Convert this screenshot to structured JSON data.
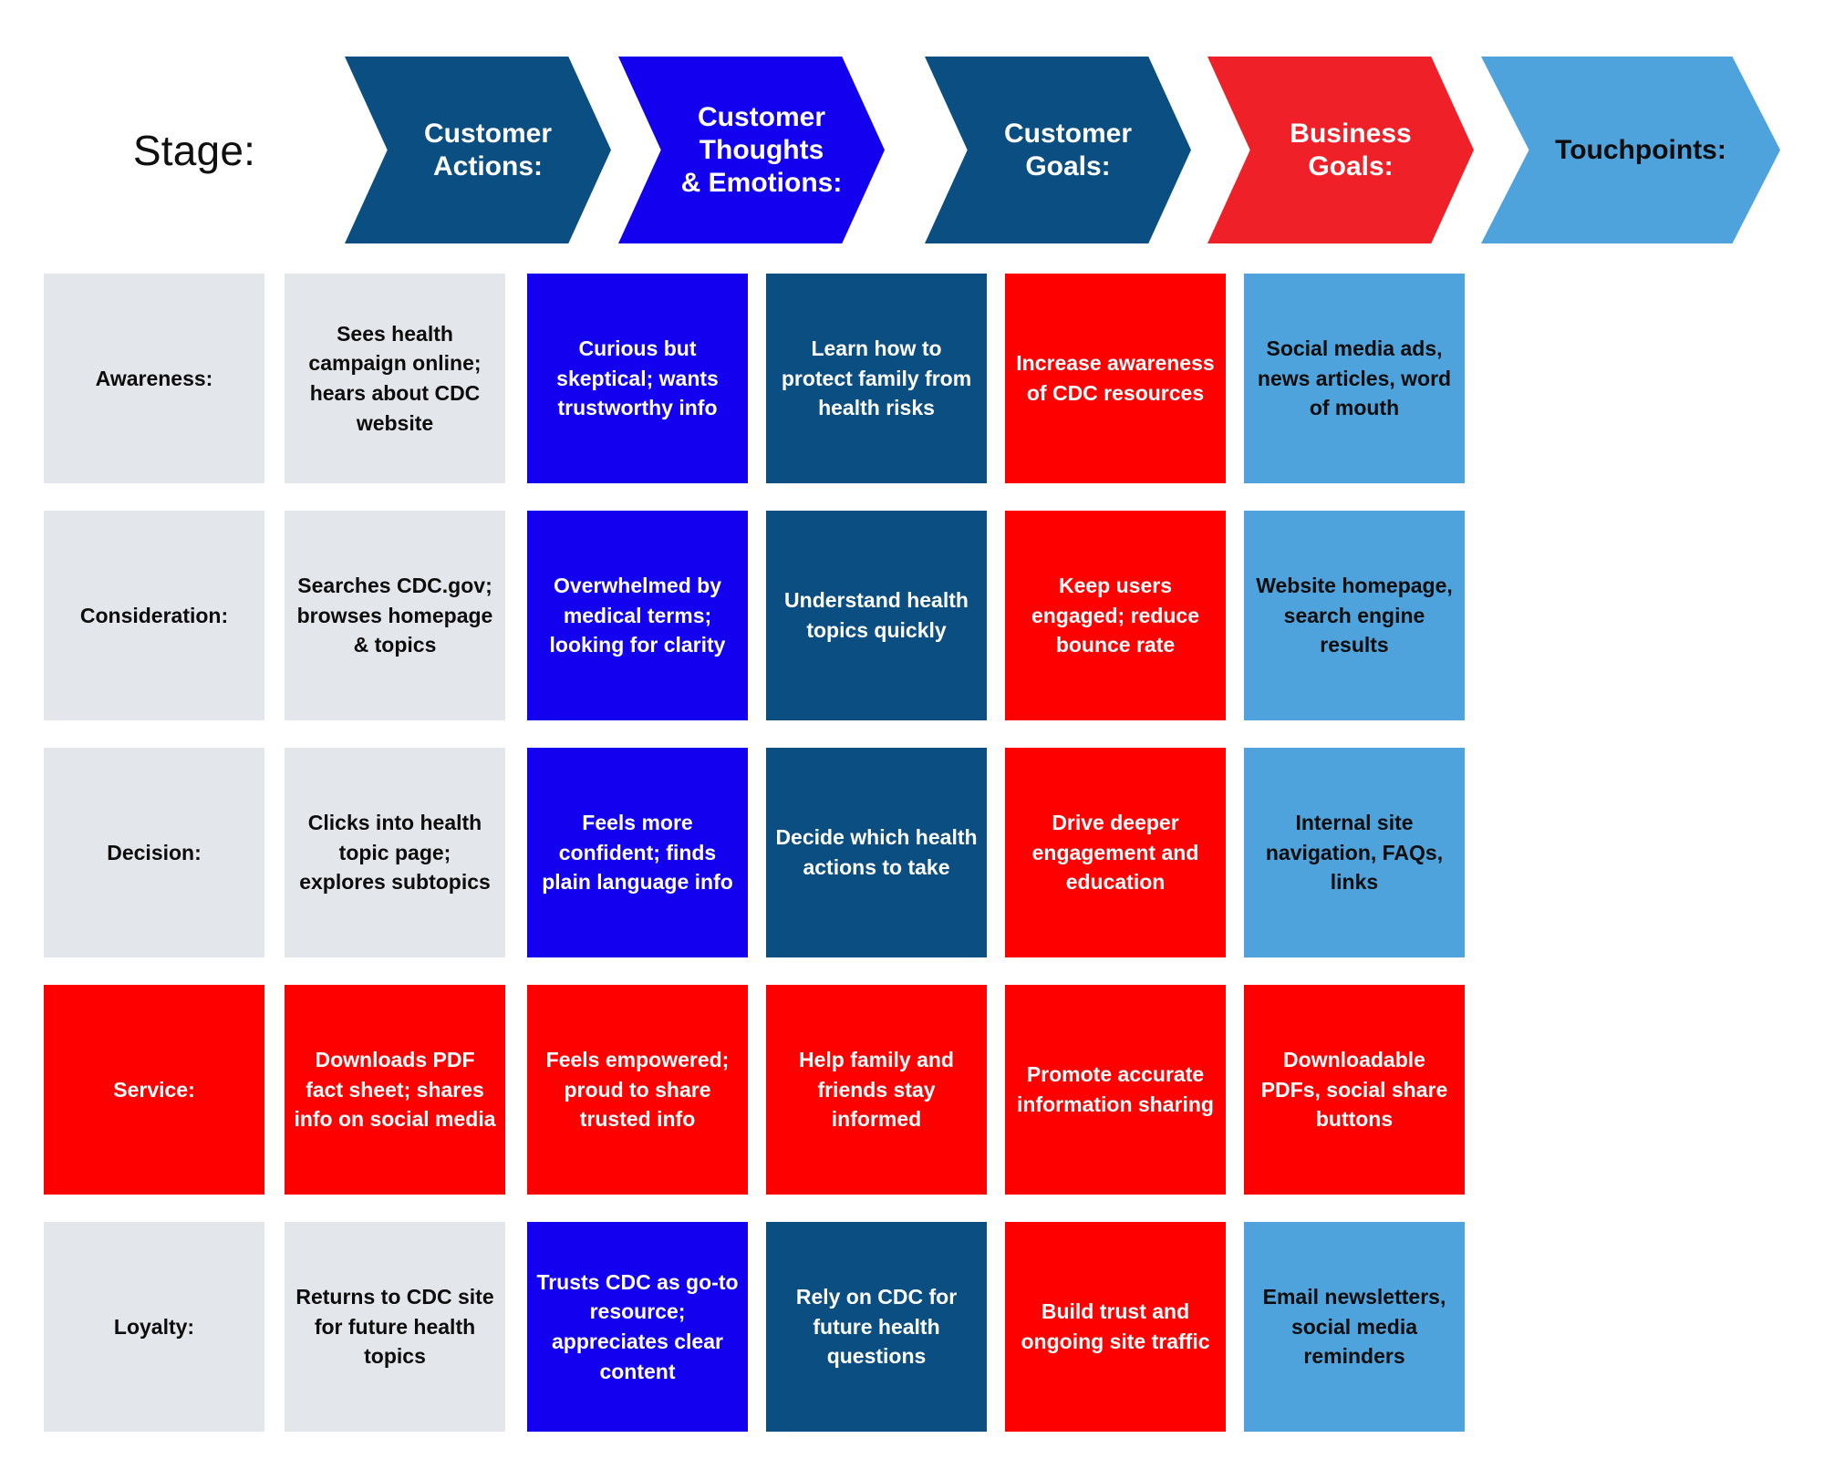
{
  "diagram": {
    "type": "customer-journey-map",
    "stage_label": "Stage:",
    "columns": [
      {
        "key": "stage",
        "label": "Stage:",
        "header_color": "#FFFFFF",
        "header_text_color": "#101010"
      },
      {
        "key": "customer_actions",
        "label": "Customer\nActions:",
        "header_color": "#0A4E82",
        "header_text_color": "#FFFFFF"
      },
      {
        "key": "thoughts",
        "label": "Customer\nThoughts\n& Emotions:",
        "header_color": "#1200EF",
        "header_text_color": "#FFFFFF"
      },
      {
        "key": "customer_goals",
        "label": "Customer\nGoals:",
        "header_color": "#0A4E82",
        "header_text_color": "#FFFFFF"
      },
      {
        "key": "business_goals",
        "label": "Business\nGoals:",
        "header_color": "#EF2027",
        "header_text_color": "#FFFFFF"
      },
      {
        "key": "touchpoints",
        "label": "Touchpoints:",
        "header_color": "#4FA3DC",
        "header_text_color": "#0D0D0D"
      }
    ],
    "palette": {
      "grey": "#E3E6EA",
      "navy": "#0A4E82",
      "blue": "#1200EF",
      "red": "#FF0000",
      "light_blue": "#4FA3DC",
      "background": "#FFFFFF"
    },
    "rows": [
      {
        "stage": "Awareness:",
        "customer_actions": "Sees health campaign online; hears about CDC website",
        "thoughts": "Curious but skeptical; wants trustworthy info",
        "customer_goals": "Learn how to protect family from health risks",
        "business_goals": "Increase awareness of CDC resources",
        "touchpoints": "Social media ads, news articles, word of mouth"
      },
      {
        "stage": "Consideration:",
        "customer_actions": "Searches CDC.gov; browses homepage & topics",
        "thoughts": "Overwhelmed by medical terms; looking for clarity",
        "customer_goals": "Understand health topics quickly",
        "business_goals": "Keep users engaged; reduce bounce rate",
        "touchpoints": "Website homepage, search engine results"
      },
      {
        "stage": "Decision:",
        "customer_actions": "Clicks into health topic page; explores subtopics",
        "thoughts": "Feels more confident; finds plain language info",
        "customer_goals": "Decide which health actions to take",
        "business_goals": "Drive deeper engagement and education",
        "touchpoints": "Internal site navigation, FAQs, links"
      },
      {
        "stage": "Service:",
        "customer_actions": "Downloads PDF fact sheet; shares info on social media",
        "thoughts": "Feels empowered; proud to share trusted info",
        "customer_goals": "Help family and friends stay informed",
        "business_goals": "Promote accurate information sharing",
        "touchpoints": "Downloadable PDFs, social share buttons"
      },
      {
        "stage": "Loyalty:",
        "customer_actions": "Returns to CDC site for future health topics",
        "thoughts": "Trusts CDC as go-to resource; appreciates clear content",
        "customer_goals": "Rely on CDC for future health questions",
        "business_goals": "Build trust and ongoing site traffic",
        "touchpoints": "Email newsletters, social media reminders"
      }
    ],
    "cell_styles": [
      [
        "grey",
        "grey",
        "blue",
        "navy",
        "red",
        "light_blue"
      ],
      [
        "grey",
        "grey",
        "blue",
        "navy",
        "red",
        "light_blue"
      ],
      [
        "grey",
        "grey",
        "blue",
        "navy",
        "red",
        "light_blue"
      ],
      [
        "red",
        "red",
        "red",
        "red",
        "red",
        "red"
      ],
      [
        "grey",
        "grey",
        "blue",
        "navy",
        "red",
        "light_blue"
      ]
    ]
  }
}
